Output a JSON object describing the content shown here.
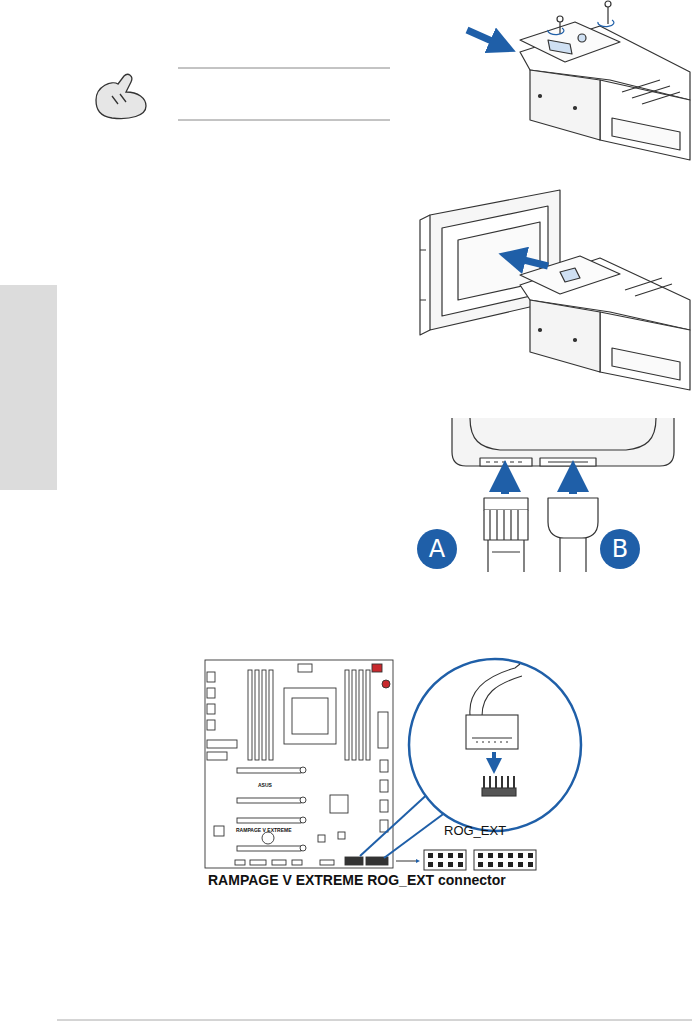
{
  "diagram": {
    "caption": "RAMPAGE V EXTREME ROG_EXT connector",
    "nodes": [
      {
        "text": [
          "A"
        ]
      },
      {
        "text": [
          "B"
        ]
      }
    ],
    "labels": [
      "ROG_EXT",
      "ASUS",
      "RAMPAGE V EXTREME"
    ]
  }
}
